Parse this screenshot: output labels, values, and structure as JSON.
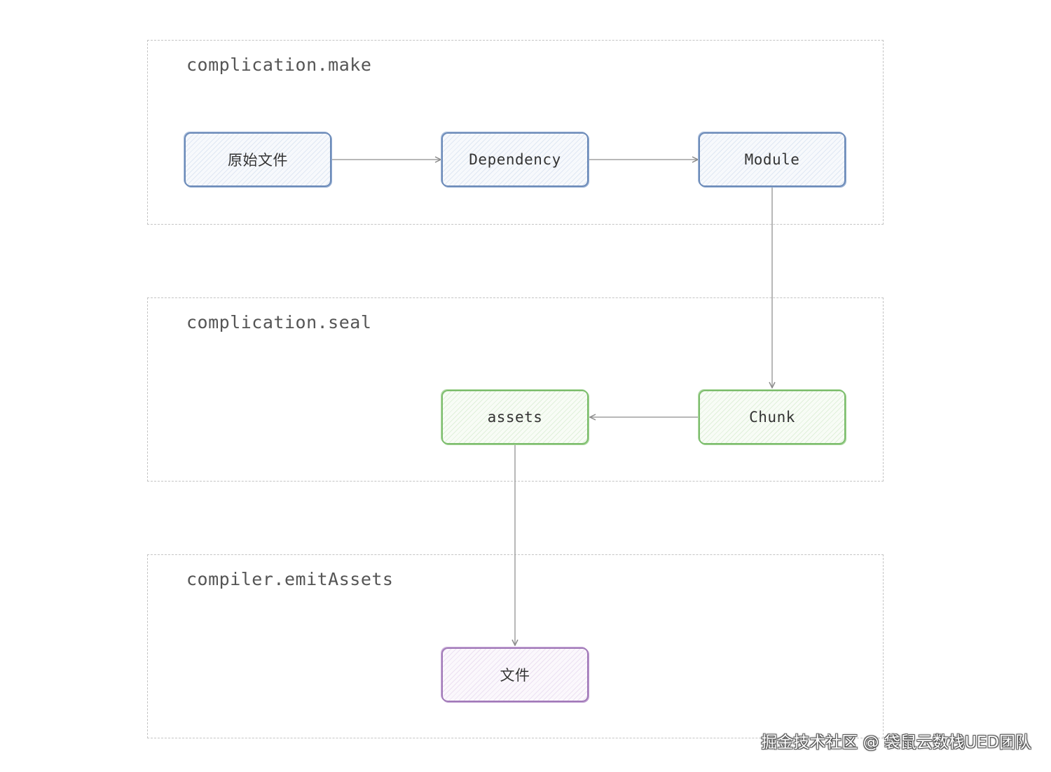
{
  "groups": {
    "make": {
      "title": "complication.make"
    },
    "seal": {
      "title": "complication.seal"
    },
    "emit": {
      "title": "compiler.emitAssets"
    }
  },
  "nodes": {
    "source_file": {
      "label": "原始文件",
      "color": "blue"
    },
    "dependency": {
      "label": "Dependency",
      "color": "blue"
    },
    "module": {
      "label": "Module",
      "color": "blue"
    },
    "chunk": {
      "label": "Chunk",
      "color": "green"
    },
    "assets": {
      "label": "assets",
      "color": "green"
    },
    "output_file": {
      "label": "文件",
      "color": "purple"
    }
  },
  "edges": [
    {
      "from": "原始文件",
      "to": "Dependency"
    },
    {
      "from": "Dependency",
      "to": "Module"
    },
    {
      "from": "Module",
      "to": "Chunk"
    },
    {
      "from": "Chunk",
      "to": "assets"
    },
    {
      "from": "assets",
      "to": "文件"
    }
  ],
  "colors": {
    "blue_border": "#6b8ab8",
    "green_border": "#7cbd6c",
    "purple_border": "#a179b8",
    "edge": "#a0a0a0",
    "group_border": "#c4c4c4"
  },
  "watermark": "掘金技术社区 @ 袋鼠云数栈UED团队"
}
